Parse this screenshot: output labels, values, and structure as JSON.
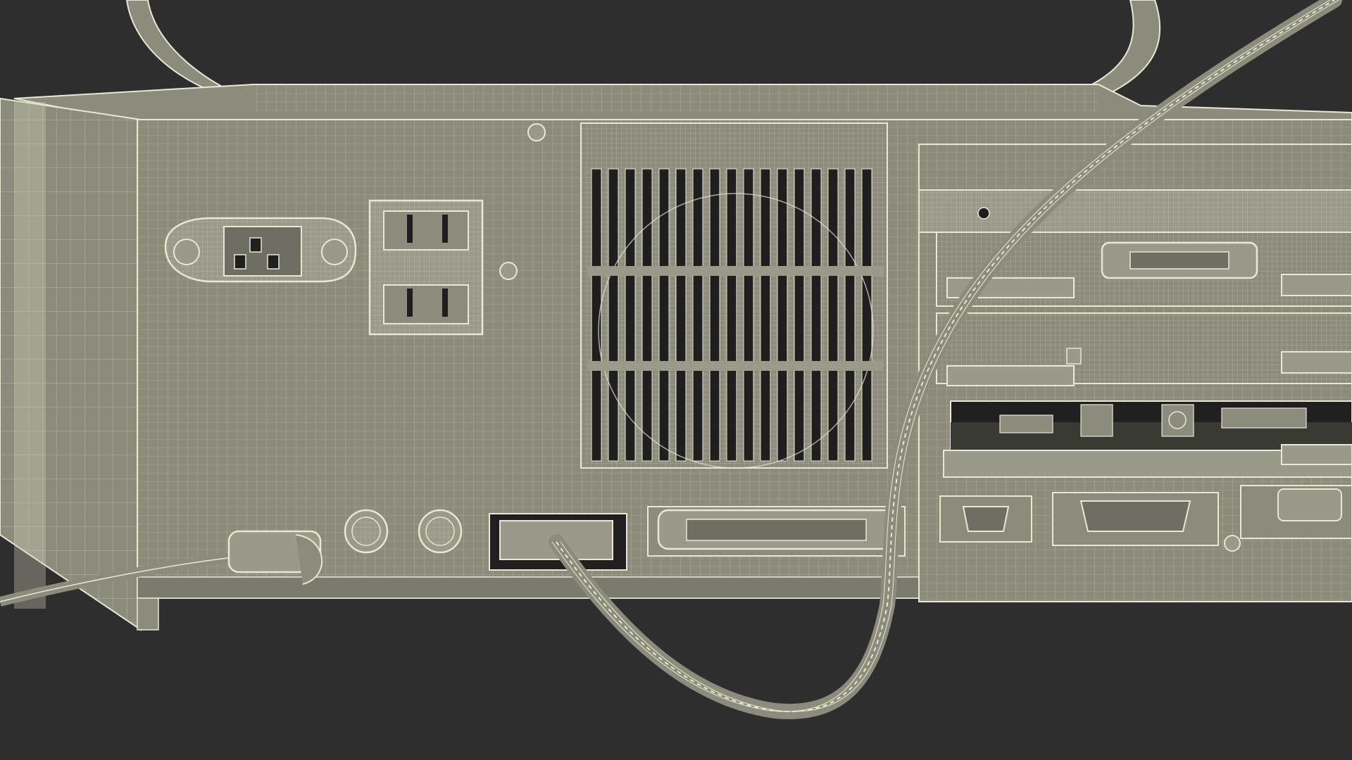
{
  "scene": {
    "background": "#2e2e2e",
    "surface": "#8d8c7c",
    "surface_dark": "#6f6e62",
    "wire": "#e9e8d3",
    "slot": "#1f1f1f",
    "subject": "computer-rear-panel-wireframe"
  },
  "connectors": {
    "power": "iec-power-inlet",
    "switches": "dual-rocker-switch",
    "fan": "vented-fan-grille",
    "din_ports": "round-din-port",
    "parallel": "centronics-port",
    "vga": "db9-port",
    "serial": "db25-port",
    "cable": "coiled-cable"
  }
}
